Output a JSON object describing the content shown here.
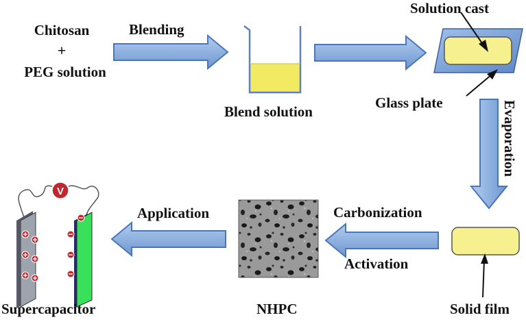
{
  "labels": {
    "chitosan": "Chitosan",
    "plus": "+",
    "peg_solution": "PEG solution",
    "blending": "Blending",
    "blend_solution": "Blend solution",
    "solution_cast": "Solution cast",
    "glass_plate": "Glass plate",
    "evaporation": "Evaporation",
    "solid_film": "Solid film",
    "carbonization": "Carbonization",
    "activation": "Activation",
    "nhpc": "NHPC",
    "application": "Application",
    "supercapacitor": "Supercapacitor",
    "voltmeter": "V"
  },
  "colors": {
    "arrow_fill": "#8fb2e0",
    "arrow_stroke": "#4a76b8",
    "film_yellow": "#f6f08e",
    "solution_yellow": "#f2ea62",
    "electrode_green": "#39e05a",
    "electrode_gray": "#9ea4ad",
    "charge_red": "#c0282d"
  },
  "icons": [
    "beaker-icon",
    "glass-plate-icon",
    "film-icon",
    "sem-image-icon",
    "supercapacitor-icon",
    "voltmeter-icon"
  ]
}
